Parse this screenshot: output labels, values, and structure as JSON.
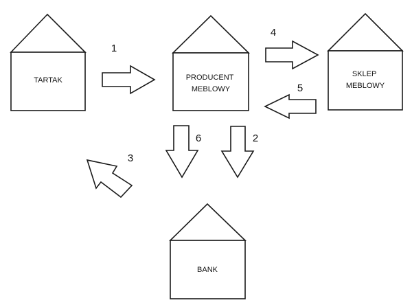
{
  "diagram": {
    "buildings": {
      "tartak": {
        "lines": [
          "TARTAK"
        ]
      },
      "producent": {
        "lines": [
          "PRODUCENT",
          "MEBLOWY"
        ]
      },
      "sklep": {
        "lines": [
          "SKLEP",
          "MEBLOWY"
        ]
      },
      "bank": {
        "lines": [
          "BANK"
        ]
      }
    },
    "flows": {
      "f1": "1",
      "f2": "2",
      "f3": "3",
      "f4": "4",
      "f5": "5",
      "f6": "6"
    }
  }
}
